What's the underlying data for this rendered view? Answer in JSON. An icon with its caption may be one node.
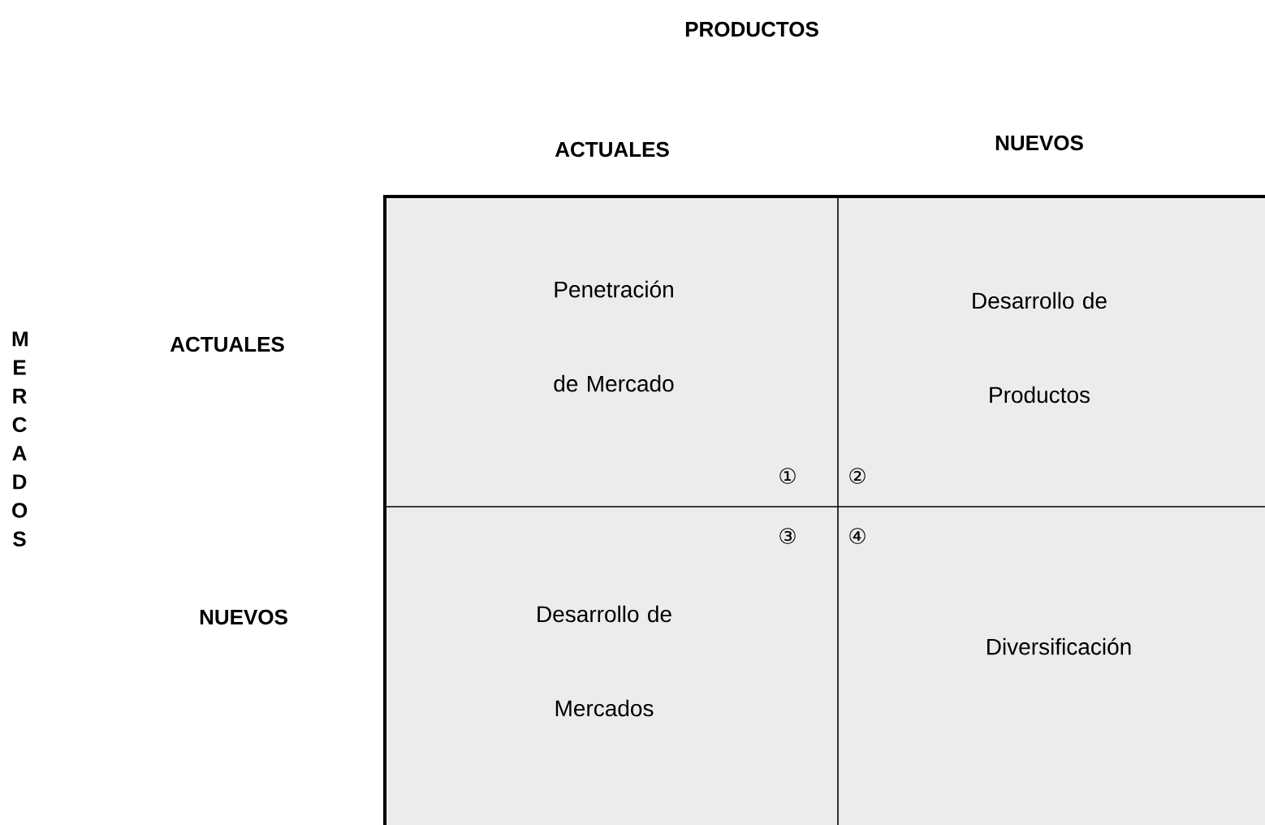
{
  "diagram": {
    "nodes": [
      {
        "text": [
          "Penetración de Mercado",
          "①"
        ]
      },
      {
        "text": [
          "Desarrollo de Productos",
          "②"
        ]
      },
      {
        "text": [
          "Desarrollo de Mercados",
          "③"
        ]
      },
      {
        "text": [
          "Diversificación",
          "④"
        ]
      }
    ],
    "labels": [
      "PRODUCTOS",
      "ACTUALES",
      "NUEVOS",
      "MERCADOS",
      "ACTUALES",
      "NUEVOS"
    ]
  }
}
